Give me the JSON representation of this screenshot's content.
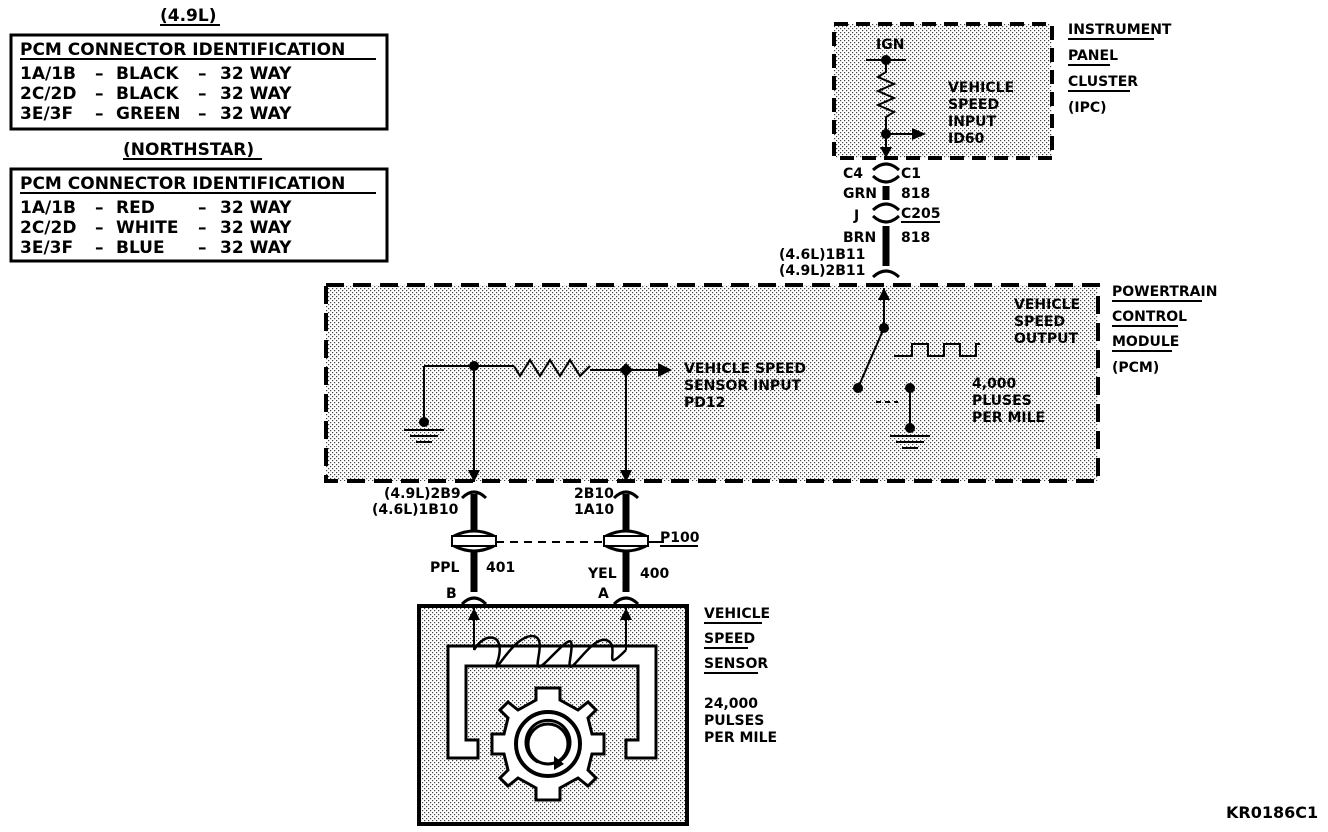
{
  "table_49l": {
    "caption": "(4.9L)",
    "header": "PCM CONNECTOR IDENTIFICATION",
    "rows": [
      {
        "id": "1A/1B",
        "color": "BLACK",
        "ways": "32 WAY"
      },
      {
        "id": "2C/2D",
        "color": "BLACK",
        "ways": "32 WAY"
      },
      {
        "id": "3E/3F",
        "color": "GREEN",
        "ways": "32 WAY"
      }
    ]
  },
  "table_northstar": {
    "caption": "(NORTHSTAR)",
    "header": "PCM CONNECTOR IDENTIFICATION",
    "rows": [
      {
        "id": "1A/1B",
        "color": "RED",
        "ways": "32 WAY"
      },
      {
        "id": "2C/2D",
        "color": "WHITE",
        "ways": "32 WAY"
      },
      {
        "id": "3E/3F",
        "color": "BLUE",
        "ways": "32 WAY"
      }
    ]
  },
  "ipc": {
    "name_lines": [
      "INSTRUMENT",
      "PANEL",
      "CLUSTER",
      "(IPC)"
    ],
    "ign": "IGN",
    "input_lines": [
      "VEHICLE",
      "SPEED",
      "INPUT",
      "ID60"
    ]
  },
  "upper_wire": {
    "c4": "C4",
    "c1": "C1",
    "grn": "GRN",
    "circuit_a": "818",
    "j": "J",
    "c205": "C205",
    "brn": "BRN",
    "circuit_b": "818",
    "pin_46": "(4.6L)1B11",
    "pin_49": "(4.9L)2B11"
  },
  "pcm": {
    "name_lines": [
      "POWERTRAIN",
      "CONTROL",
      "MODULE",
      "(PCM)"
    ],
    "output_lines": [
      "VEHICLE",
      "SPEED",
      "OUTPUT"
    ],
    "pulses_lines": [
      "4,000",
      "PLUSES",
      "PER MILE"
    ],
    "input_lines": [
      "VEHICLE SPEED",
      "SENSOR INPUT",
      "PD12"
    ]
  },
  "lower_wires": {
    "left_pin_a": "(4.9L)2B9",
    "left_pin_b": "(4.6L)1B10",
    "right_pin_a": "2B10",
    "right_pin_b": "1A10",
    "p100": "P100",
    "ppl": "PPL",
    "c401": "401",
    "yel": "YEL",
    "c400": "400",
    "b": "B",
    "a": "A"
  },
  "vss": {
    "name_lines": [
      "VEHICLE",
      "SPEED",
      "SENSOR"
    ],
    "pulses_lines": [
      "24,000",
      "PULSES",
      "PER MILE"
    ]
  },
  "figure_id": "KR0186C1"
}
